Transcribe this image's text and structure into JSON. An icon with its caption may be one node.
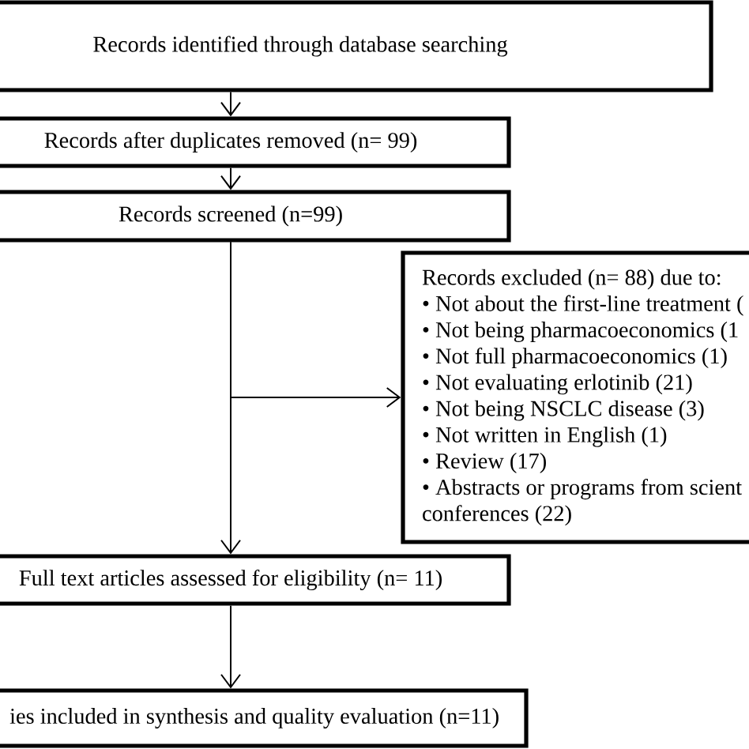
{
  "diagram": {
    "nodes": [
      {
        "text": [
          "Records identified through database searching"
        ]
      },
      {
        "text": [
          "Records after duplicates removed (n= 99)"
        ]
      },
      {
        "text": [
          "Records screened (n=99)"
        ]
      },
      {
        "text": [
          "Records excluded (n= 88) due to:",
          "• Not about the first-line treatment (",
          "• Not being pharmacoeconomics (1",
          "• Not full pharmacoeconomics (1)",
          "• Not evaluating erlotinib (21)",
          "• Not being NSCLC disease (3)",
          "• Not written in English (1)",
          "• Review (17)",
          "• Abstracts or programs from scient conferences (22)"
        ]
      },
      {
        "text": [
          "Full text articles assessed for eligibility (n= 11)"
        ]
      },
      {
        "text": [
          "ies included in synthesis and quality evaluation (n=11)"
        ]
      }
    ],
    "edges": [
      {
        "from": 0,
        "to": 1,
        "arrow": "to"
      },
      {
        "from": 1,
        "to": 2,
        "arrow": "to"
      },
      {
        "from": 2,
        "to": 3,
        "arrow": "to"
      },
      {
        "from": 2,
        "to": 4,
        "arrow": "to"
      },
      {
        "from": 4,
        "to": 5,
        "arrow": "to"
      }
    ]
  }
}
